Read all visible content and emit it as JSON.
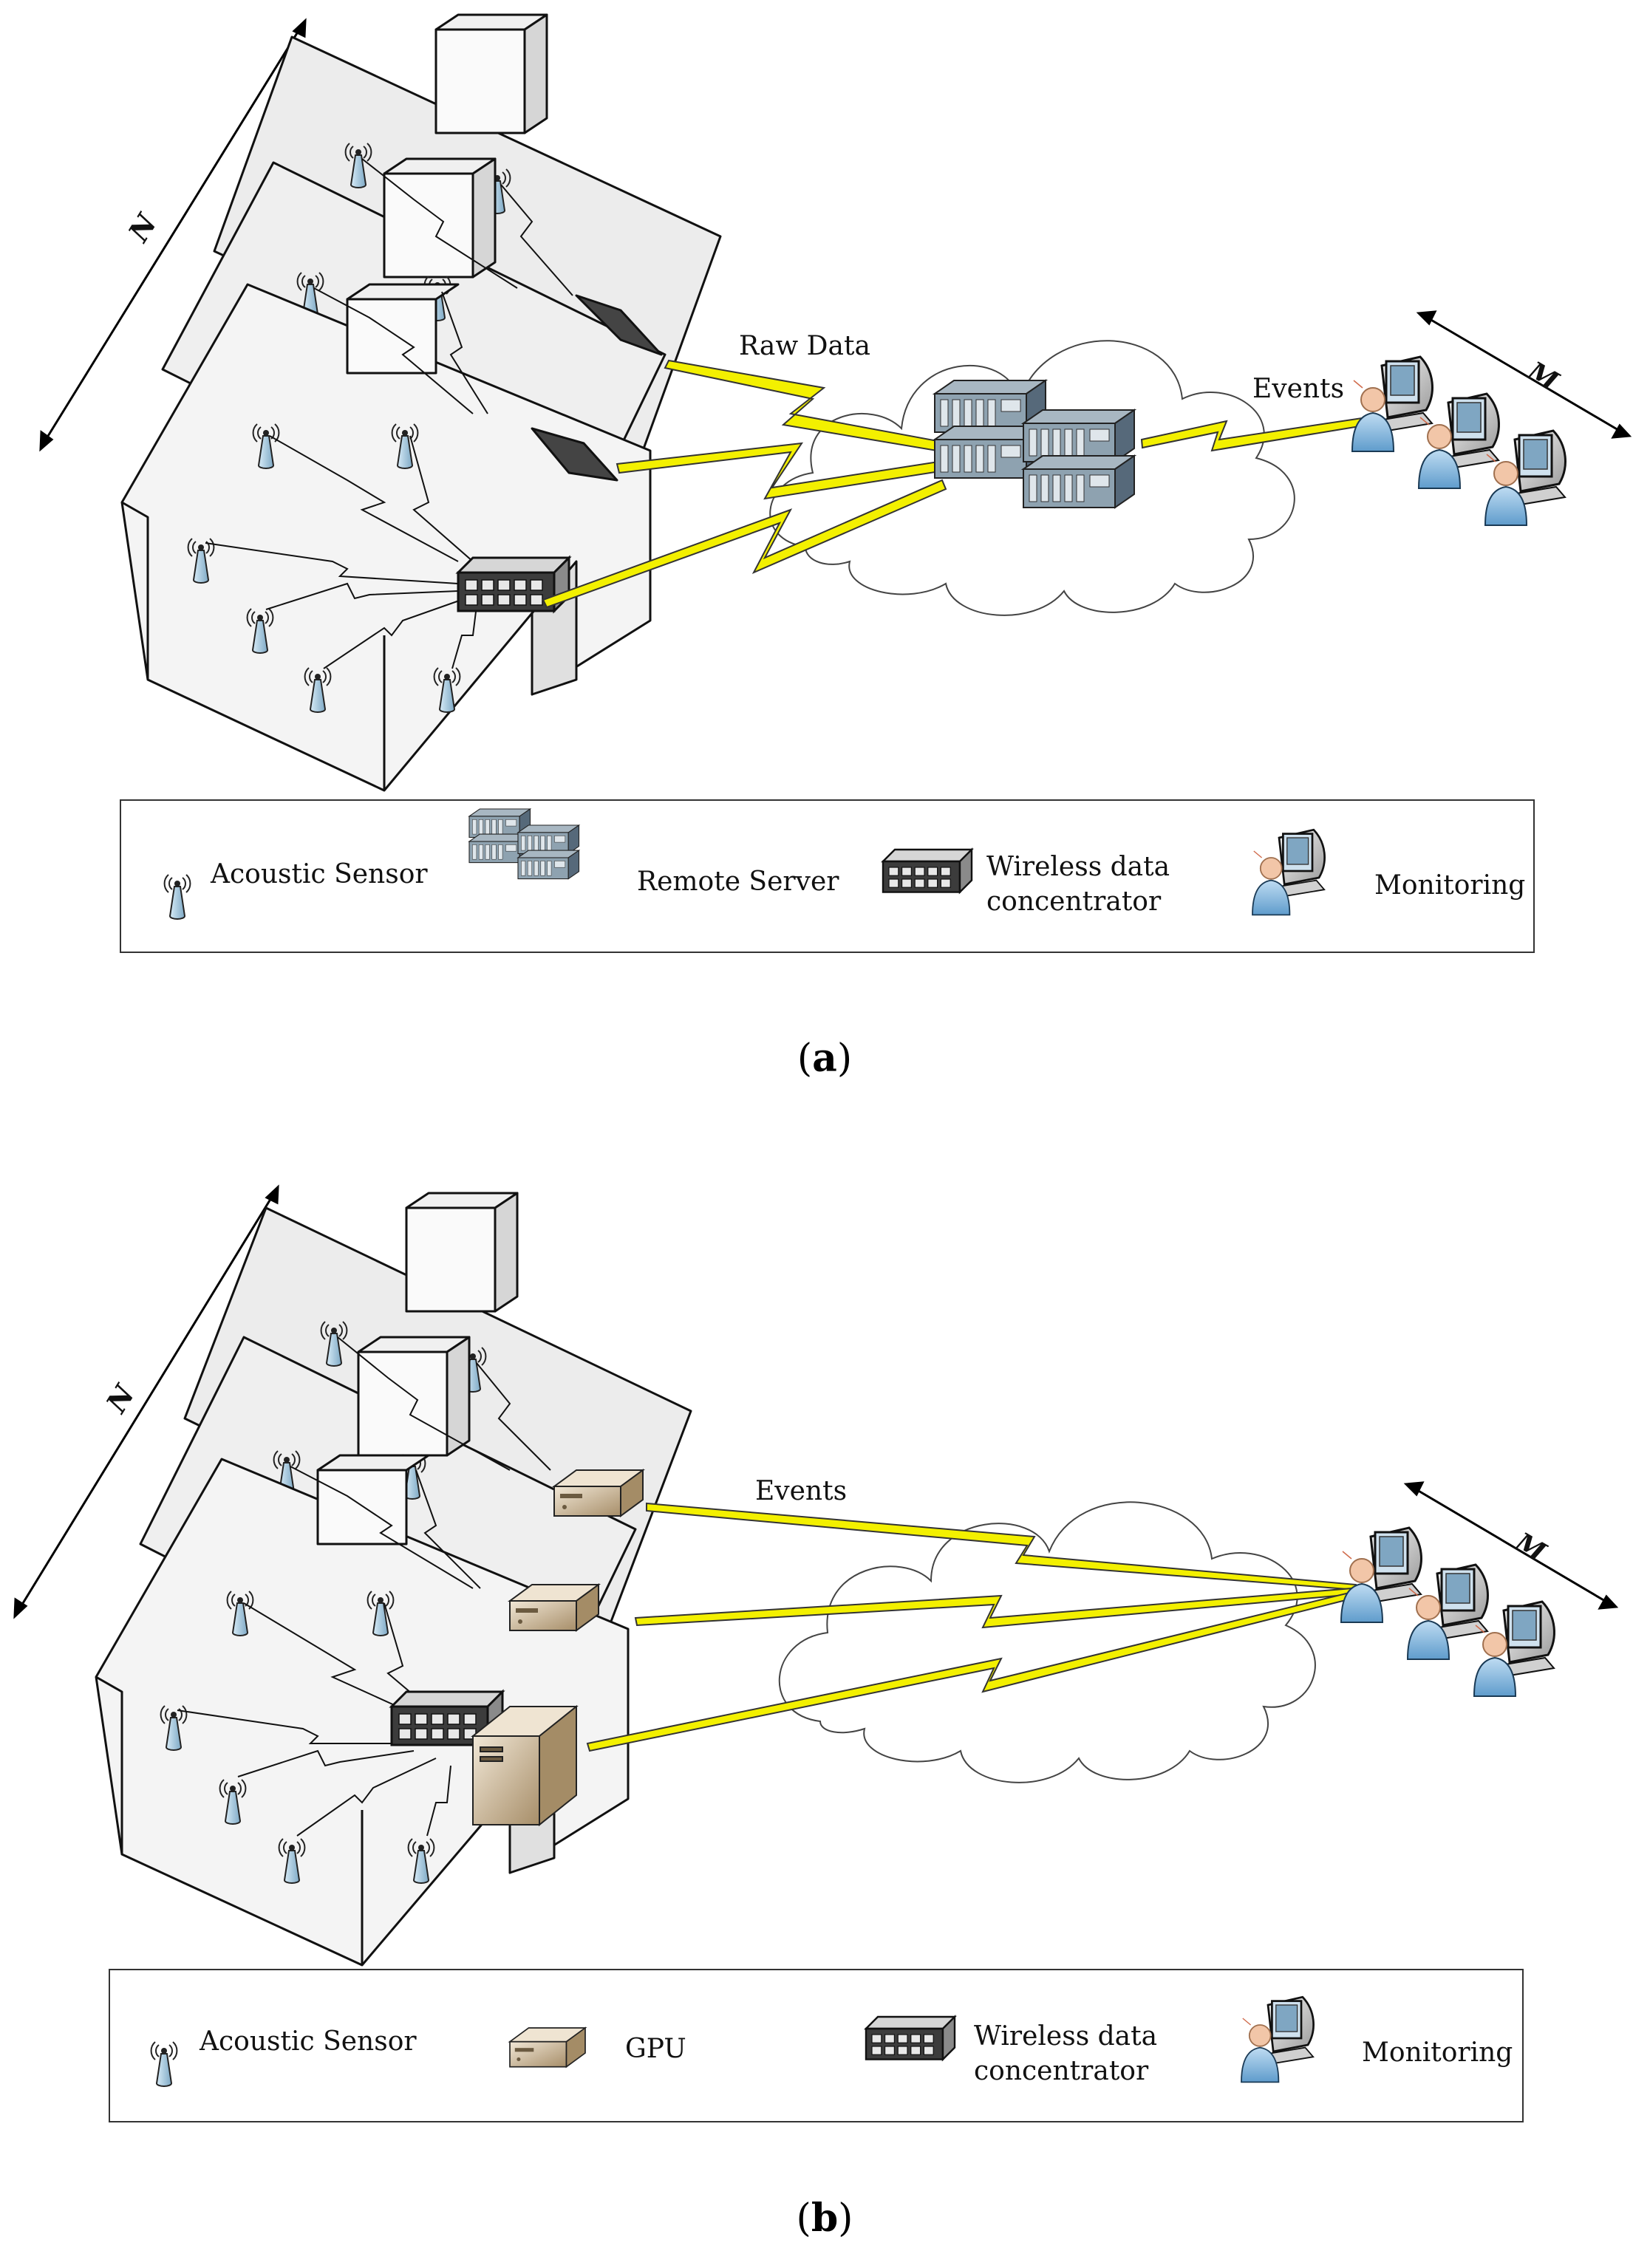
{
  "panel_a": {
    "caption_open": "(",
    "caption_letter": "a",
    "caption_close": ")",
    "n_label": "N",
    "m_label": "M",
    "raw_data_label": "Raw Data",
    "events_label": "Events",
    "legend": {
      "acoustic_sensor": "Acoustic Sensor",
      "remote_server": "Remote Server",
      "wireless_line1": "Wireless data",
      "wireless_line2": "concentrator",
      "monitoring": "Monitoring"
    }
  },
  "panel_b": {
    "caption_open": "(",
    "caption_letter": "b",
    "caption_close": ")",
    "n_label": "N",
    "m_label": "M",
    "events_label": "Events",
    "legend": {
      "acoustic_sensor": "Acoustic Sensor",
      "gpu": "GPU",
      "wireless_line1": "Wireless data",
      "wireless_line2": "concentrator",
      "monitoring": "Monitoring"
    }
  },
  "colors": {
    "house_fill": "#f4f4f4",
    "house_stroke": "#111111",
    "link_yellow": "#f3f000",
    "sensor_blue": "#a9cbe0",
    "server_blue": "#6f8797",
    "gpu_tan": "#c9b493",
    "person_blue": "#8ab8de",
    "face": "#f2c6a8"
  },
  "icons": [
    "acoustic-sensor-icon",
    "remote-server-icon",
    "wireless-concentrator-icon",
    "gpu-icon",
    "monitoring-icon",
    "cloud-icon",
    "house-icon"
  ]
}
